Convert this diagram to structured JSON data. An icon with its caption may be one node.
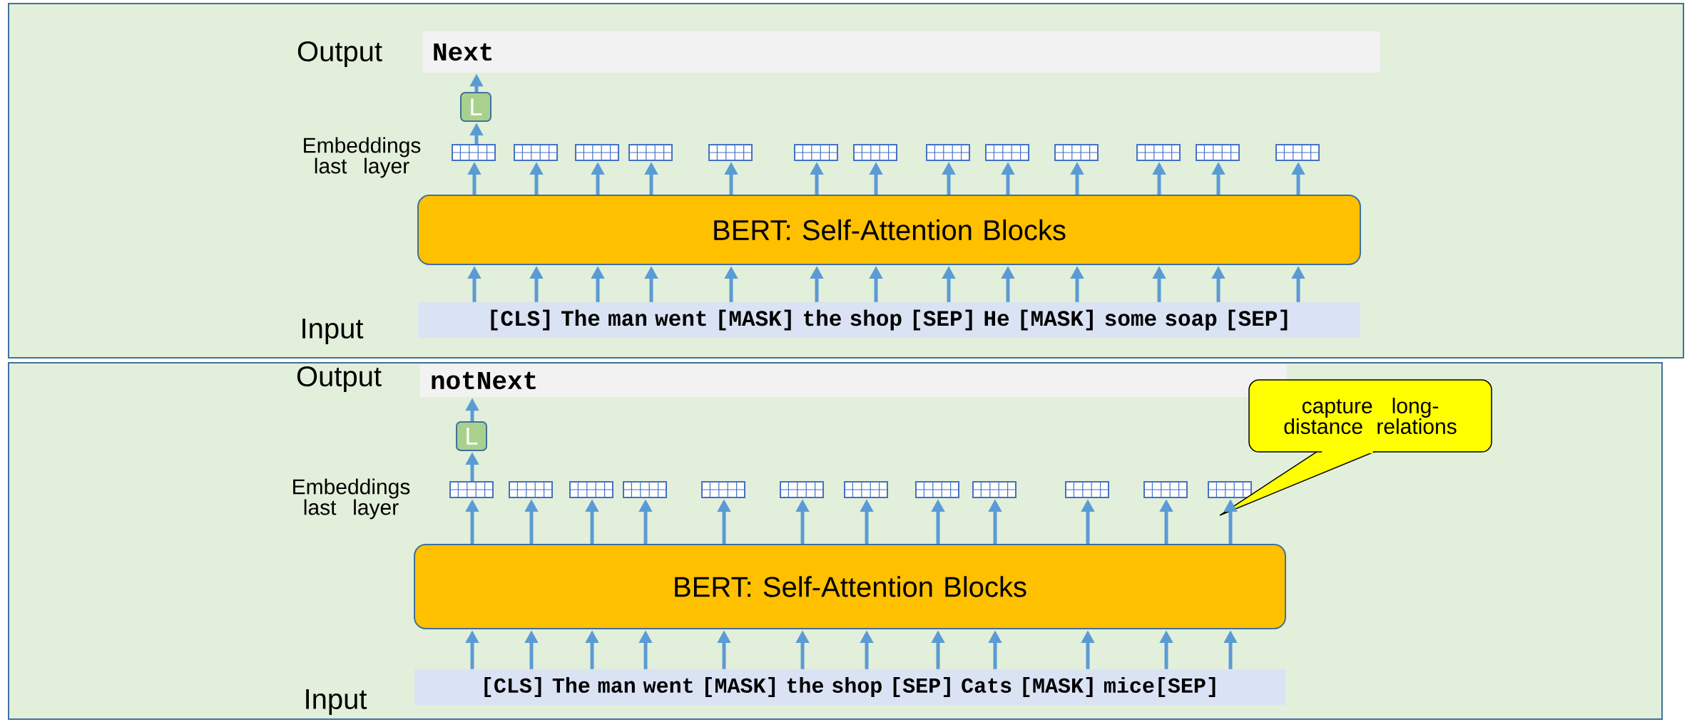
{
  "diagram": {
    "nodes": [
      {
        "text": [],
        "shape": "box"
      },
      {
        "text": [
          "Next"
        ],
        "in": 0
      },
      {
        "text": [
          "L"
        ],
        "in": 0
      },
      {
        "text": [],
        "shape": "box",
        "in": 0
      },
      {
        "text": [],
        "shape": "box",
        "in": 0
      },
      {
        "text": [],
        "shape": "box",
        "in": 0
      },
      {
        "text": [],
        "shape": "box",
        "in": 0
      },
      {
        "text": [],
        "shape": "box",
        "in": 0
      },
      {
        "text": [],
        "shape": "box",
        "in": 0
      },
      {
        "text": [],
        "shape": "box",
        "in": 0
      },
      {
        "text": [],
        "shape": "box",
        "in": 0
      },
      {
        "text": [],
        "shape": "box",
        "in": 0
      },
      {
        "text": [],
        "shape": "box",
        "in": 0
      },
      {
        "text": [],
        "shape": "box",
        "in": 0
      },
      {
        "text": [],
        "shape": "box",
        "in": 0
      },
      {
        "text": [],
        "shape": "box",
        "in": 0
      },
      {
        "text": [
          "BERT: Self-Attention Blocks"
        ],
        "in": 0
      },
      {
        "text": [
          "[CLS] The man went [MASK] the shop [SEP] He [MASK] some soap [SEP]"
        ],
        "in": 0
      },
      {
        "text": [],
        "shape": "box"
      },
      {
        "text": [
          "notNext"
        ],
        "in": 18
      },
      {
        "text": [
          "L"
        ],
        "in": 18
      },
      {
        "text": [],
        "shape": "box",
        "in": 18
      },
      {
        "text": [],
        "shape": "box",
        "in": 18
      },
      {
        "text": [],
        "shape": "box",
        "in": 18
      },
      {
        "text": [],
        "shape": "box",
        "in": 18
      },
      {
        "text": [],
        "shape": "box",
        "in": 18
      },
      {
        "text": [],
        "shape": "box",
        "in": 18
      },
      {
        "text": [],
        "shape": "box",
        "in": 18
      },
      {
        "text": [],
        "shape": "box",
        "in": 18
      },
      {
        "text": [],
        "shape": "box",
        "in": 18
      },
      {
        "text": [],
        "shape": "box",
        "in": 18
      },
      {
        "text": [],
        "shape": "box",
        "in": 18
      },
      {
        "text": [],
        "shape": "box",
        "in": 18
      },
      {
        "text": [
          "BERT: Self-Attention Blocks"
        ],
        "in": 18
      },
      {
        "text": [
          "[CLS] The man went [MASK] the shop [SEP] Cats [MASK] mice[SEP]"
        ],
        "in": 18
      },
      {
        "text": [
          "capture long-distance relations"
        ],
        "in": 18
      }
    ],
    "edges": [
      {
        "from": 17,
        "to": 16,
        "arrow": "to"
      },
      {
        "from": 17,
        "to": 16,
        "arrow": "to"
      },
      {
        "from": 17,
        "to": 16,
        "arrow": "to"
      },
      {
        "from": 17,
        "to": 16,
        "arrow": "to"
      },
      {
        "from": 17,
        "to": 16,
        "arrow": "to"
      },
      {
        "from": 17,
        "to": 16,
        "arrow": "to"
      },
      {
        "from": 17,
        "to": 16,
        "arrow": "to"
      },
      {
        "from": 17,
        "to": 16,
        "arrow": "to"
      },
      {
        "from": 17,
        "to": 16,
        "arrow": "to"
      },
      {
        "from": 17,
        "to": 16,
        "arrow": "to"
      },
      {
        "from": 17,
        "to": 16,
        "arrow": "to"
      },
      {
        "from": 17,
        "to": 16,
        "arrow": "to"
      },
      {
        "from": 17,
        "to": 16,
        "arrow": "to"
      },
      {
        "from": 16,
        "to": 3,
        "arrow": "to"
      },
      {
        "from": 16,
        "to": 4,
        "arrow": "to"
      },
      {
        "from": 16,
        "to": 5,
        "arrow": "to"
      },
      {
        "from": 16,
        "to": 6,
        "arrow": "to"
      },
      {
        "from": 16,
        "to": 7,
        "arrow": "to"
      },
      {
        "from": 16,
        "to": 8,
        "arrow": "to"
      },
      {
        "from": 16,
        "to": 9,
        "arrow": "to"
      },
      {
        "from": 16,
        "to": 10,
        "arrow": "to"
      },
      {
        "from": 16,
        "to": 11,
        "arrow": "to"
      },
      {
        "from": 16,
        "to": 12,
        "arrow": "to"
      },
      {
        "from": 16,
        "to": 13,
        "arrow": "to"
      },
      {
        "from": 16,
        "to": 14,
        "arrow": "to"
      },
      {
        "from": 16,
        "to": 15,
        "arrow": "to"
      },
      {
        "from": 3,
        "to": 2,
        "arrow": "to"
      },
      {
        "from": 2,
        "to": 1,
        "arrow": "to"
      },
      {
        "from": 34,
        "to": 33,
        "arrow": "to"
      },
      {
        "from": 34,
        "to": 33,
        "arrow": "to"
      },
      {
        "from": 34,
        "to": 33,
        "arrow": "to"
      },
      {
        "from": 34,
        "to": 33,
        "arrow": "to"
      },
      {
        "from": 34,
        "to": 33,
        "arrow": "to"
      },
      {
        "from": 34,
        "to": 33,
        "arrow": "to"
      },
      {
        "from": 34,
        "to": 33,
        "arrow": "to"
      },
      {
        "from": 34,
        "to": 33,
        "arrow": "to"
      },
      {
        "from": 34,
        "to": 33,
        "arrow": "to"
      },
      {
        "from": 34,
        "to": 33,
        "arrow": "to"
      },
      {
        "from": 34,
        "to": 33,
        "arrow": "to"
      },
      {
        "from": 34,
        "to": 33,
        "arrow": "to"
      },
      {
        "from": 33,
        "to": 21,
        "arrow": "to"
      },
      {
        "from": 33,
        "to": 22,
        "arrow": "to"
      },
      {
        "from": 33,
        "to": 23,
        "arrow": "to"
      },
      {
        "from": 33,
        "to": 24,
        "arrow": "to"
      },
      {
        "from": 33,
        "to": 25,
        "arrow": "to"
      },
      {
        "from": 33,
        "to": 26,
        "arrow": "to"
      },
      {
        "from": 33,
        "to": 27,
        "arrow": "to"
      },
      {
        "from": 33,
        "to": 28,
        "arrow": "to"
      },
      {
        "from": 33,
        "to": 29,
        "arrow": "to"
      },
      {
        "from": 33,
        "to": 30,
        "arrow": "to"
      },
      {
        "from": 33,
        "to": 31,
        "arrow": "to"
      },
      {
        "from": 33,
        "to": 32,
        "arrow": "to"
      },
      {
        "from": 21,
        "to": 20,
        "arrow": "to"
      },
      {
        "from": 20,
        "to": 19,
        "arrow": "to"
      }
    ],
    "labels": [
      "Output",
      "Embeddings last layer",
      "Input",
      "Output",
      "Embeddings last layer",
      "Input"
    ]
  }
}
